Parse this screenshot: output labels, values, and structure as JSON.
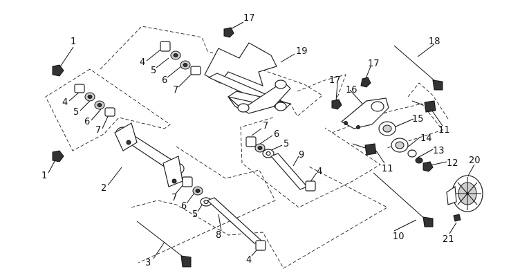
{
  "labels": {
    "l1a": "1",
    "l1b": "1",
    "l2": "2",
    "l3": "3",
    "l4a": "4",
    "l4b": "4",
    "l4c": "4",
    "l4d": "4",
    "l5a": "5",
    "l5b": "5",
    "l5c": "5",
    "l5d": "5",
    "l6a": "6",
    "l6b": "6",
    "l6c": "6",
    "l6d": "6",
    "l7a": "7",
    "l7b": "7",
    "l7c": "7",
    "l7d": "7",
    "l8": "8",
    "l9": "9",
    "l10": "10",
    "l11a": "11",
    "l11b": "11",
    "l12": "12",
    "l13": "13",
    "l14": "14",
    "l15": "15",
    "l16": "16",
    "l17a": "17",
    "l17b": "17",
    "l17c": "17",
    "l18": "18",
    "l19": "19",
    "l20": "20",
    "l21": "21"
  }
}
